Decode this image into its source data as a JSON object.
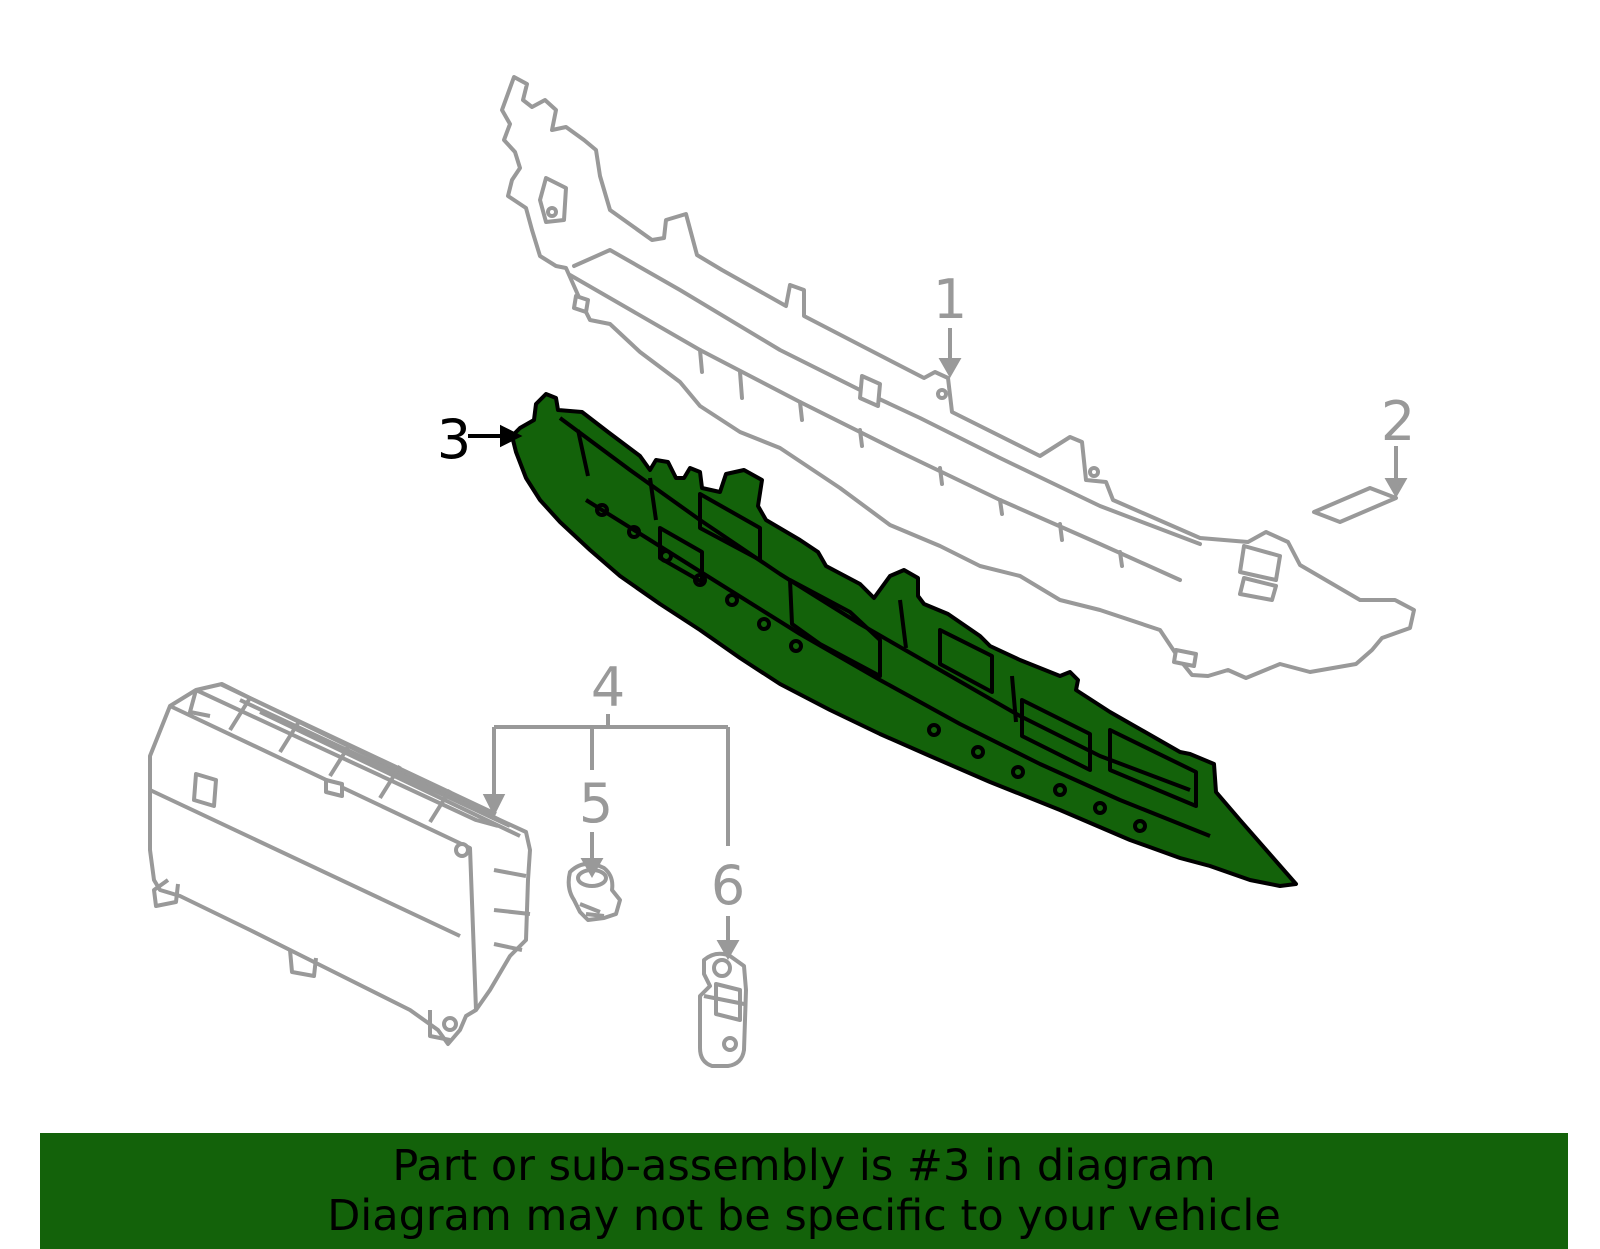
{
  "colors": {
    "highlight": "#13620a",
    "part_outline": "#999999",
    "selected_outline": "#000000",
    "banner_bg": "#13620a",
    "banner_text": "#000000"
  },
  "callouts": {
    "c1": "1",
    "c2": "2",
    "c3": "3",
    "c4": "4",
    "c5": "5",
    "c6": "6"
  },
  "banner": {
    "line1": "Part or sub-assembly is #3 in diagram",
    "line2": "Diagram may not be specific to your vehicle"
  }
}
